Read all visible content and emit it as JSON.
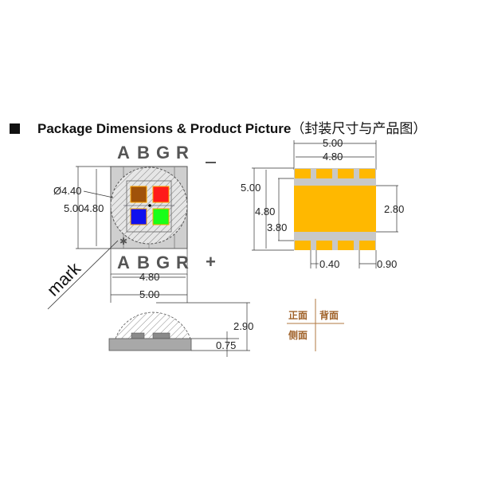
{
  "title": {
    "main": "Package Dimensions & Product Picture",
    "cn": "（封装尺寸与产品图）"
  },
  "front_view": {
    "pins_top": [
      "A",
      "B",
      "G",
      "R"
    ],
    "pins_bottom": [
      "A",
      "B",
      "G",
      "R"
    ],
    "polarity_top": "_",
    "polarity_bottom": "+",
    "lens_diameter": "Ø4.40",
    "height_outer": "5.00",
    "height_inner": "4.80",
    "width_inner": "4.80",
    "width_outer": "5.00",
    "mark_label": "mark",
    "chip_colors": {
      "top_left": "#a0520a",
      "top_right": "#ff1a1a",
      "bottom_left": "#1010ee",
      "bottom_right": "#18ff18"
    }
  },
  "back_view": {
    "width_outer": "5.00",
    "width_inner": "4.80",
    "height_outer": "5.00",
    "height_inner": "4.80",
    "pad_span": "3.80",
    "center_pad_height": "2.80",
    "pad_gap": "0.40",
    "pad_width": "0.90",
    "pad_color": "#ffb800",
    "body_color": "#c8c8c8"
  },
  "side_view": {
    "total_height": "2.90",
    "base_height": "0.75"
  },
  "legend": {
    "front": "正面",
    "back": "背面",
    "side": "侧面"
  }
}
